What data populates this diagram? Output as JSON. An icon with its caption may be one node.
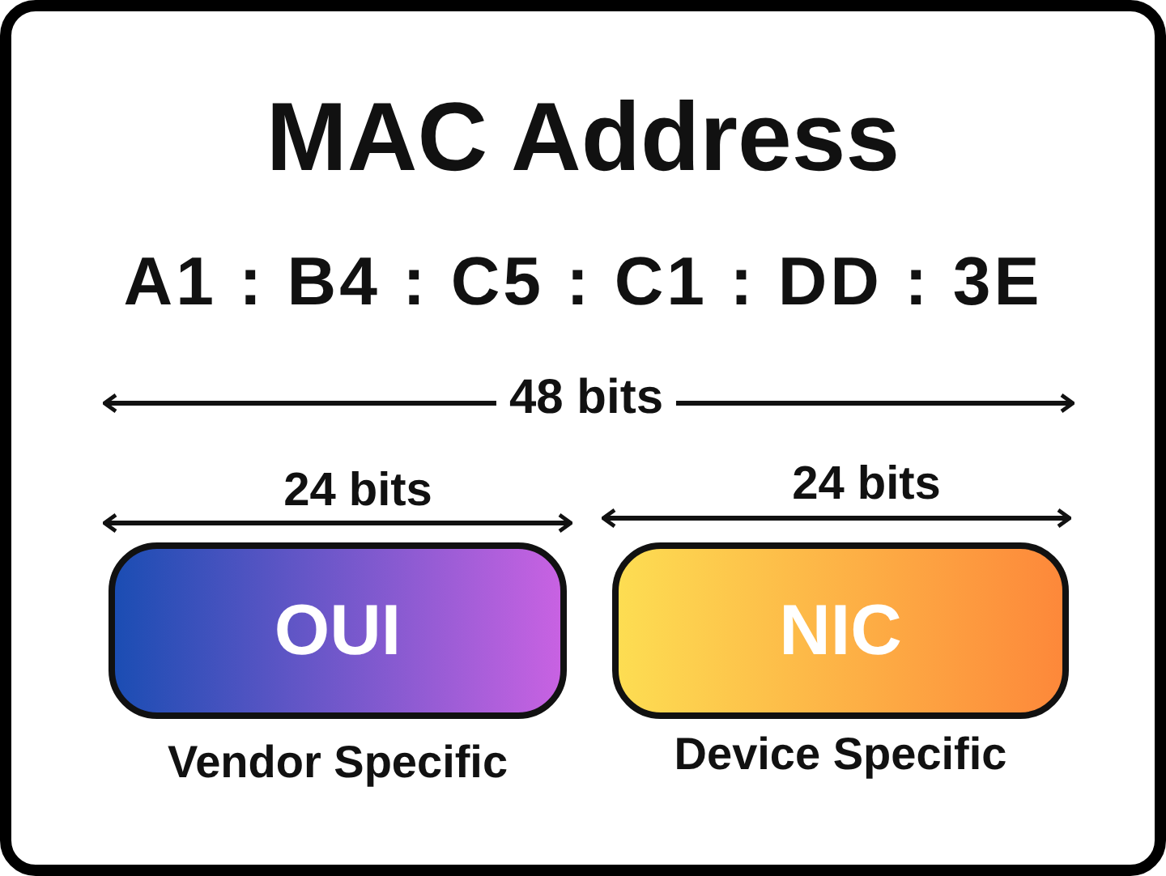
{
  "diagram": {
    "title": "MAC Address",
    "nodes": [
      {
        "text": [
          "OUI"
        ],
        "beside": [
          "Vendor Specific"
        ]
      },
      {
        "text": [
          "NIC"
        ],
        "beside": [
          "Device Specific"
        ]
      }
    ],
    "labels": [
      "A1 : B4 : C5 : C1 : DD : 3E",
      "48 bits",
      "24 bits",
      "24 bits"
    ]
  }
}
